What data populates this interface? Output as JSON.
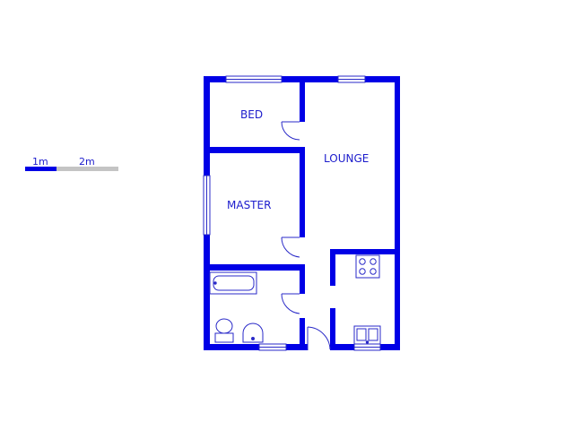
{
  "colors": {
    "wall": "#0000e6",
    "label": "#1c1ccc",
    "fixture": "#2a2ac8",
    "scale_primary": "#0000e6",
    "scale_secondary": "#c4c4c4",
    "background": "#ffffff"
  },
  "scale_bar": {
    "label_1": "1m",
    "label_2": "2m"
  },
  "rooms": {
    "bed": "BED",
    "lounge": "LOUNGE",
    "master": "MASTER"
  }
}
